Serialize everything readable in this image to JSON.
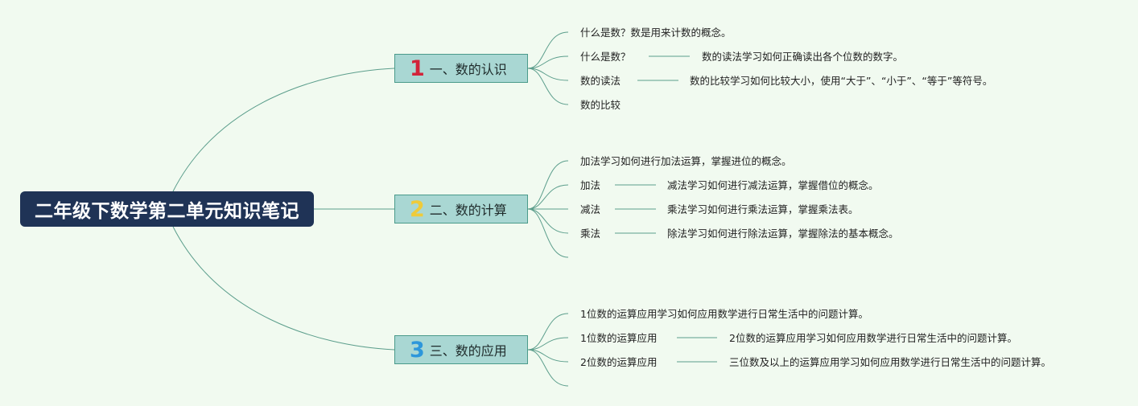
{
  "title": "二年级下数学第二单元知识笔记",
  "colors": {
    "background": "#f1faf0",
    "root_fill": "#1f3356",
    "branch_fill": "#a9d7d3",
    "branch_border": "#4a9a8a",
    "link": "#5c9e8c",
    "num1": "#d2243a",
    "num2": "#efcb3a",
    "num3": "#2d97db"
  },
  "branches": [
    {
      "number": "1",
      "label": "一、数的认识",
      "lines": [
        {
          "text": "什么是数？数是用来计数的概念。",
          "detail": ""
        },
        {
          "text": "什么是数？",
          "detail": "数的读法学习如何正确读出各个位数的数字。"
        },
        {
          "text": "数的读法",
          "detail": "数的比较学习如何比较大小，使用“大于”、“小于”、“等于”等符号。"
        },
        {
          "text": "数的比较",
          "detail": ""
        }
      ]
    },
    {
      "number": "2",
      "label": "二、数的计算",
      "lines": [
        {
          "text": "加法学习如何进行加法运算，掌握进位的概念。",
          "detail": ""
        },
        {
          "text": "加法",
          "detail": "减法学习如何进行减法运算，掌握借位的概念。"
        },
        {
          "text": "减法",
          "detail": "乘法学习如何进行乘法运算，掌握乘法表。"
        },
        {
          "text": "乘法",
          "detail": "除法学习如何进行除法运算，掌握除法的基本概念。"
        },
        {
          "text": "",
          "detail": ""
        }
      ]
    },
    {
      "number": "3",
      "label": "三、数的应用",
      "lines": [
        {
          "text": "1位数的运算应用学习如何应用数学进行日常生活中的问题计算。",
          "detail": ""
        },
        {
          "text": "1位数的运算应用",
          "detail": "2位数的运算应用学习如何应用数学进行日常生活中的问题计算。"
        },
        {
          "text": "2位数的运算应用",
          "detail": "三位数及以上的运算应用学习如何应用数学进行日常生活中的问题计算。"
        },
        {
          "text": "",
          "detail": ""
        }
      ]
    }
  ]
}
